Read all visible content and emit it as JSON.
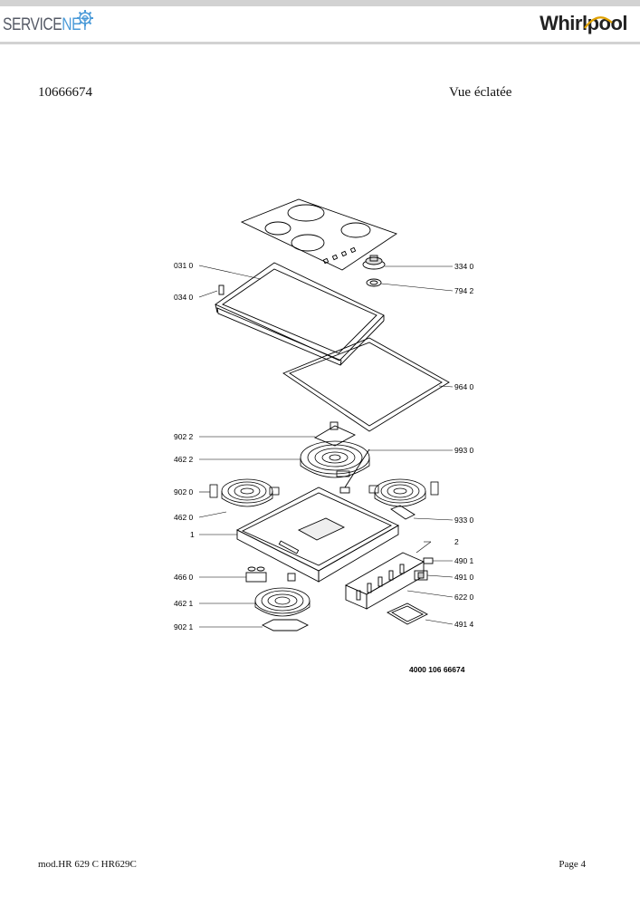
{
  "header": {
    "left_logo": {
      "part1": "SERVICE",
      "part2": "NET",
      "icon": "gear-icon"
    },
    "right_logo": "Whirlpool",
    "accent_color": "#4a9ad8"
  },
  "document": {
    "id": "10666674",
    "title": "Vue éclatée"
  },
  "diagram": {
    "part_labels": [
      "031 0",
      "034 0",
      "334 0",
      "794 2",
      "964 0",
      "902 2",
      "462 2",
      "993 0",
      "902 0",
      "462 0",
      "933 0",
      "1",
      "2",
      "490 1",
      "466 0",
      "491 0",
      "462 1",
      "622 0",
      "902 1",
      "491 4"
    ],
    "code": "4000 106 66674"
  },
  "footer": {
    "model": "mod.HR 629 C HR629C",
    "page": "Page 4"
  }
}
